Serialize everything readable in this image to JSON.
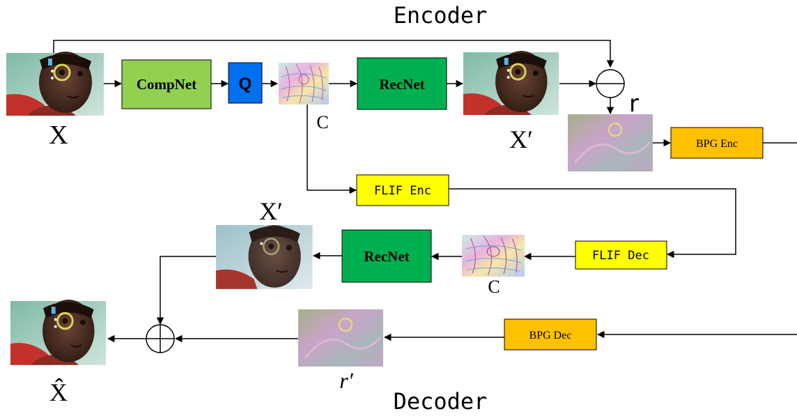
{
  "titles": {
    "encoder": "Encoder",
    "decoder": "Decoder"
  },
  "blocks": {
    "compnet": "CompNet",
    "quantizer": "Q",
    "recnet_encoder": "RecNet",
    "bpg_enc": "BPG Enc",
    "flif_enc": "FLIF Enc",
    "flif_dec": "FLIF Dec",
    "recnet_decoder": "RecNet",
    "bpg_dec": "BPG Dec"
  },
  "labels": {
    "input": "X",
    "code_encoder": "C",
    "recon_encoder": "X′",
    "residual": "r",
    "recon_decoder": "X′",
    "code_decoder": "C",
    "residual_decoded": "r′",
    "output": "X̂"
  },
  "colors": {
    "compnet": "#92D050",
    "quantizer": "#0070F0",
    "recnet": "#00B050",
    "bpg": "#FFC000",
    "flif": "#FFFF00"
  },
  "icons": {
    "subtract": "circle-minus-icon",
    "add": "circle-plus-icon"
  }
}
